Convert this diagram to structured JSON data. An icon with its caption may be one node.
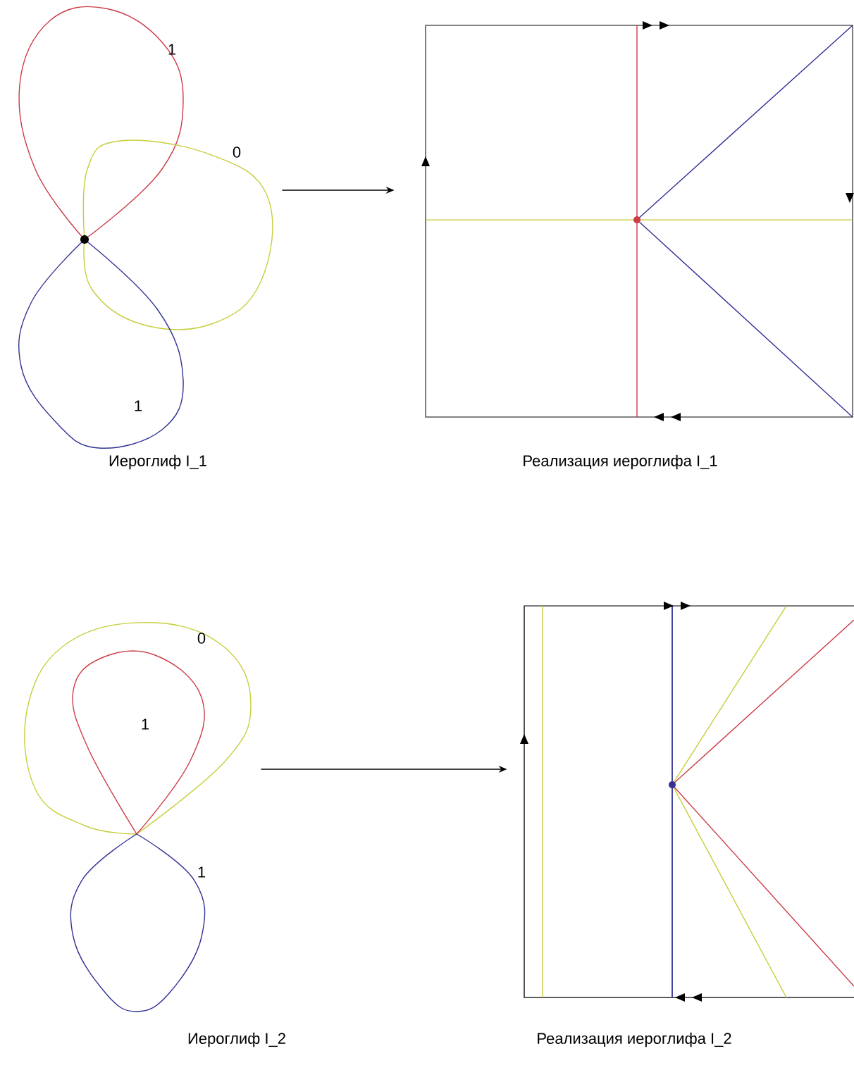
{
  "diagram": {
    "nodes": [
      {
        "text": [],
        "shape": "picture",
        "beside": [
          "Иероглиф I_1"
        ]
      },
      {
        "text": [],
        "shape": "picture",
        "beside": [
          "Реализация иероглифа I_1"
        ]
      },
      {
        "text": [],
        "shape": "picture",
        "beside": [
          "Иероглиф I_2"
        ]
      },
      {
        "text": [],
        "shape": "picture",
        "beside": [
          "Реализация иероглифа I_2"
        ]
      }
    ],
    "edges": [
      {
        "from": 0,
        "to": 1,
        "arrow": "to"
      },
      {
        "from": 2,
        "to": 3,
        "arrow": "to"
      }
    ],
    "labels": [
      "1",
      "0",
      "1",
      "0",
      "1",
      "1"
    ]
  }
}
